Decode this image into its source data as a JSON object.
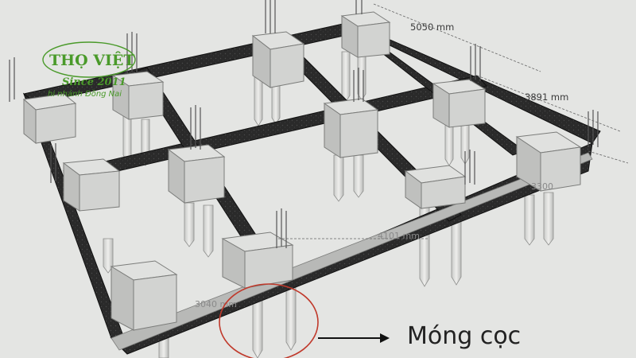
{
  "logo": {
    "name": "THỌ VIỆT",
    "since": "Since 2011",
    "branch": "hi nhánh Đồng Nai"
  },
  "dimensions": {
    "top": "5050 mm",
    "right": "3891 mm",
    "right_side": "3300",
    "middle": "4101 mm",
    "front": "3040 mm"
  },
  "callout": {
    "label": "Móng cọc"
  },
  "colors": {
    "background": "#e4e5e3",
    "beam": "#2b2b2b",
    "concrete": "#cfd1cf",
    "pile": "#d6d7d5",
    "callout_circle": "#c0392b",
    "logo": "#4a9a2a"
  }
}
